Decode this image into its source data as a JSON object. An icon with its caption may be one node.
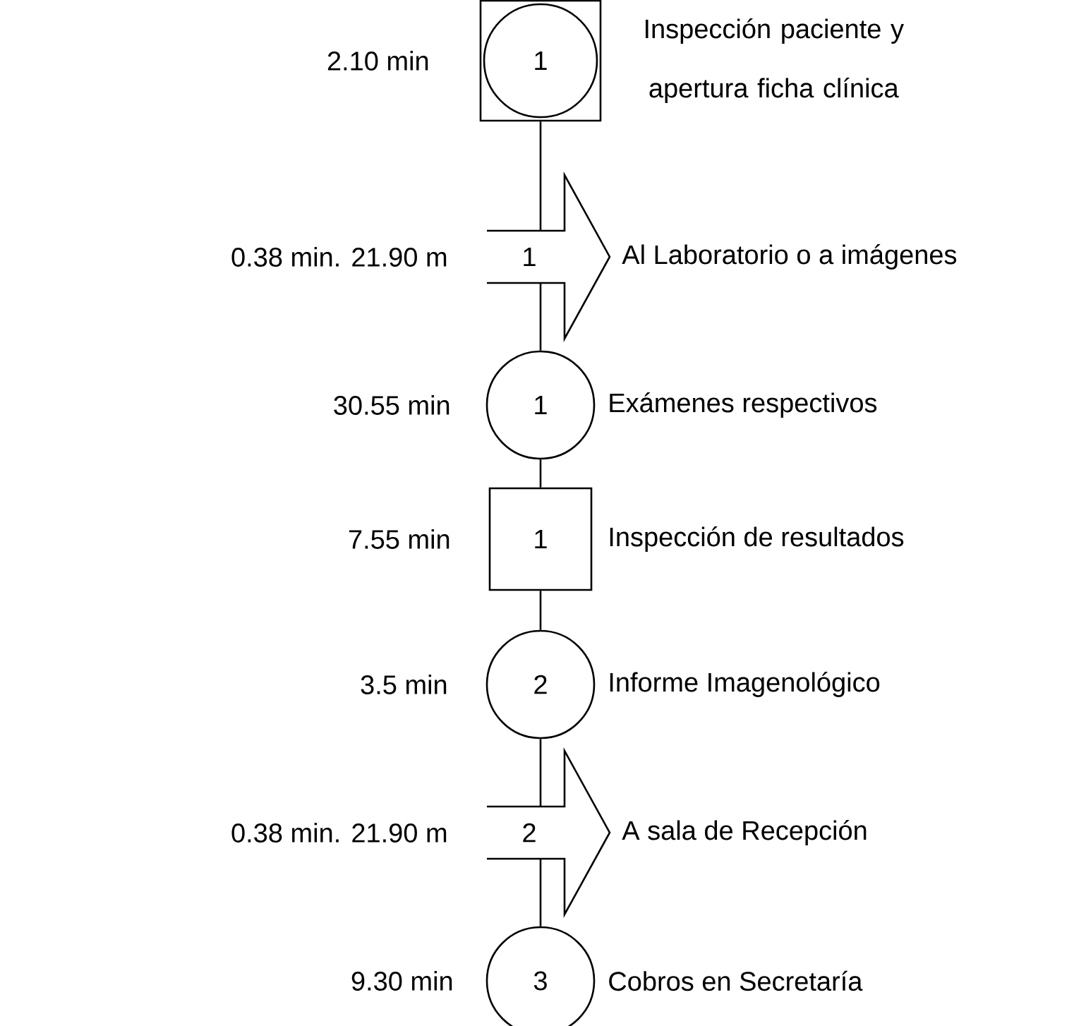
{
  "diagram": {
    "nodes": [
      {
        "text": [
          "1"
        ],
        "beside": [
          "2.10 min",
          "Inspección paciente y apertura ficha clínica"
        ]
      },
      {
        "text": [
          "1"
        ],
        "beside": [
          "0.38 min. 21.90 m",
          "Al Laboratorio o a imágenes"
        ]
      },
      {
        "text": [
          "1"
        ],
        "beside": [
          "30.55 min",
          "Exámenes respectivos"
        ]
      },
      {
        "text": [
          "1"
        ],
        "beside": [
          "7.55 min",
          "Inspección de resultados"
        ]
      },
      {
        "text": [
          "2"
        ],
        "beside": [
          "3.5 min",
          "Informe Imagenológico"
        ]
      },
      {
        "text": [
          "2"
        ],
        "beside": [
          "0.38 min. 21.90 m",
          "A sala de Recepción"
        ]
      },
      {
        "text": [
          "3"
        ],
        "beside": [
          "9.30 min",
          "Cobros en Secretaría"
        ]
      }
    ],
    "edges": [
      {
        "from": 0,
        "to": 1,
        "arrow": "none"
      },
      {
        "from": 1,
        "to": 2,
        "arrow": "none"
      },
      {
        "from": 2,
        "to": 3,
        "arrow": "none"
      },
      {
        "from": 3,
        "to": 4,
        "arrow": "none"
      },
      {
        "from": 4,
        "to": 5,
        "arrow": "none"
      },
      {
        "from": 5,
        "to": 6,
        "arrow": "none"
      }
    ]
  }
}
